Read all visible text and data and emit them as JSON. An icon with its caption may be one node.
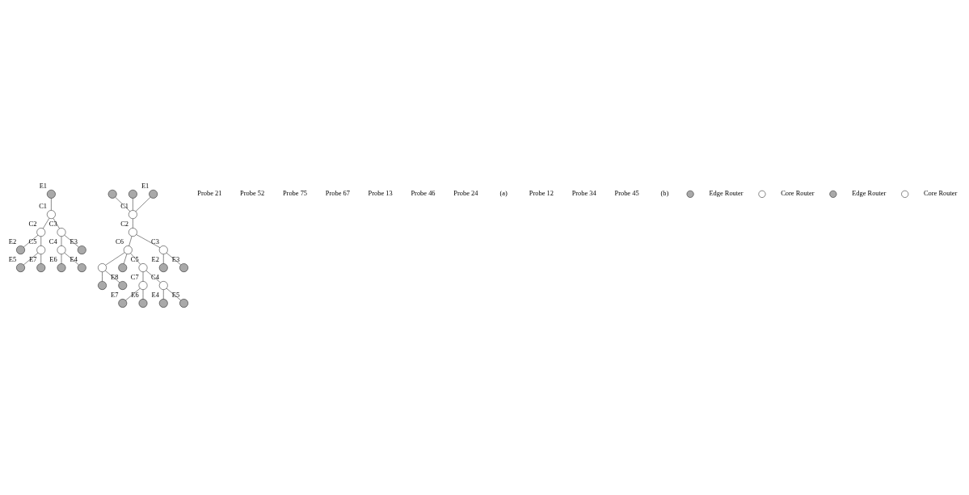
{
  "diagram": {
    "nodes": [
      {
        "text": [
          "E2"
        ]
      },
      {
        "text": [
          "E5"
        ]
      },
      {
        "text": [
          "C2"
        ]
      },
      {
        "text": [
          "C5"
        ]
      },
      {
        "text": [
          "E7"
        ]
      },
      {
        "text": [
          "E1"
        ]
      },
      {
        "text": [
          "C1"
        ]
      },
      {
        "text": [
          "C4"
        ]
      },
      {
        "text": [
          "C3"
        ]
      },
      {
        "text": [
          "E6"
        ]
      },
      {
        "text": [
          "E4"
        ]
      },
      {
        "text": [
          "E3"
        ]
      },
      {
        "text": [
          "E1"
        ]
      },
      {
        "text": [],
        "shape": "circle"
      },
      {
        "text": [],
        "shape": "circle"
      },
      {
        "text": [],
        "shape": "circle"
      },
      {
        "text": [
          "E8"
        ]
      },
      {
        "text": [],
        "shape": "circle"
      },
      {
        "text": [
          "C1"
        ]
      },
      {
        "text": [],
        "shape": "circle"
      },
      {
        "text": [
          "C2"
        ]
      },
      {
        "text": [
          "C6"
        ]
      },
      {
        "text": [
          "C7"
        ]
      },
      {
        "text": [
          "C3"
        ]
      },
      {
        "text": [
          "E7"
        ]
      },
      {
        "text": [
          "C5"
        ]
      },
      {
        "text": [
          "C4"
        ]
      },
      {
        "text": [
          "E2"
        ]
      },
      {
        "text": [
          "E6"
        ]
      },
      {
        "text": [
          "E3"
        ]
      },
      {
        "text": [
          "E4"
        ]
      },
      {
        "text": [
          "E5"
        ]
      }
    ],
    "edges": [
      {
        "from": 5,
        "to": 6,
        "arrow": "none"
      },
      {
        "from": 6,
        "to": 2,
        "arrow": "none"
      },
      {
        "from": 6,
        "to": 8,
        "arrow": "none"
      },
      {
        "from": 2,
        "to": 0,
        "arrow": "none"
      },
      {
        "from": 2,
        "to": 3,
        "arrow": "none"
      },
      {
        "from": 3,
        "to": 1,
        "arrow": "none"
      },
      {
        "from": 3,
        "to": 4,
        "arrow": "none"
      },
      {
        "from": 8,
        "to": 7,
        "arrow": "none"
      },
      {
        "from": 8,
        "to": 11,
        "arrow": "none"
      },
      {
        "from": 7,
        "to": 9,
        "arrow": "none"
      },
      {
        "from": 7,
        "to": 10,
        "arrow": "none"
      },
      {
        "from": 12,
        "to": 18,
        "arrow": "none"
      },
      {
        "from": 13,
        "to": 18,
        "arrow": "none"
      },
      {
        "from": 14,
        "to": 18,
        "arrow": "none"
      },
      {
        "from": 18,
        "to": 20,
        "arrow": "none"
      },
      {
        "from": 20,
        "to": 23,
        "arrow": "none"
      },
      {
        "from": 23,
        "to": 27,
        "arrow": "none"
      },
      {
        "from": 23,
        "to": 29,
        "arrow": "none"
      },
      {
        "from": 20,
        "to": 21,
        "arrow": "none"
      },
      {
        "from": 21,
        "to": 19,
        "arrow": "none"
      },
      {
        "from": 21,
        "to": 17,
        "arrow": "none"
      },
      {
        "from": 17,
        "to": 15,
        "arrow": "none"
      },
      {
        "from": 17,
        "to": 16,
        "arrow": "none"
      },
      {
        "from": 21,
        "to": 25,
        "arrow": "none"
      },
      {
        "from": 25,
        "to": 26,
        "arrow": "none"
      },
      {
        "from": 26,
        "to": 30,
        "arrow": "none"
      },
      {
        "from": 26,
        "to": 31,
        "arrow": "none"
      },
      {
        "from": 25,
        "to": 22,
        "arrow": "none"
      },
      {
        "from": 22,
        "to": 24,
        "arrow": "none"
      },
      {
        "from": 22,
        "to": 28,
        "arrow": "none"
      }
    ],
    "labels": [
      "Probe 21",
      "Probe 52",
      "Probe 75",
      "Probe 67",
      "Probe 13",
      "Probe 46",
      "Probe 24",
      "(a)",
      "Probe 12",
      "Probe 34",
      "Probe 45",
      "(b)"
    ],
    "legend": [
      {
        "text": "Edge Router",
        "color": "#a9a9a9"
      },
      {
        "text": "Core Router",
        "color": "#ffffff"
      },
      {
        "text": "Edge Router",
        "color": "#a9a9a9"
      },
      {
        "text": "Core Router",
        "color": "#ffffff"
      }
    ]
  }
}
